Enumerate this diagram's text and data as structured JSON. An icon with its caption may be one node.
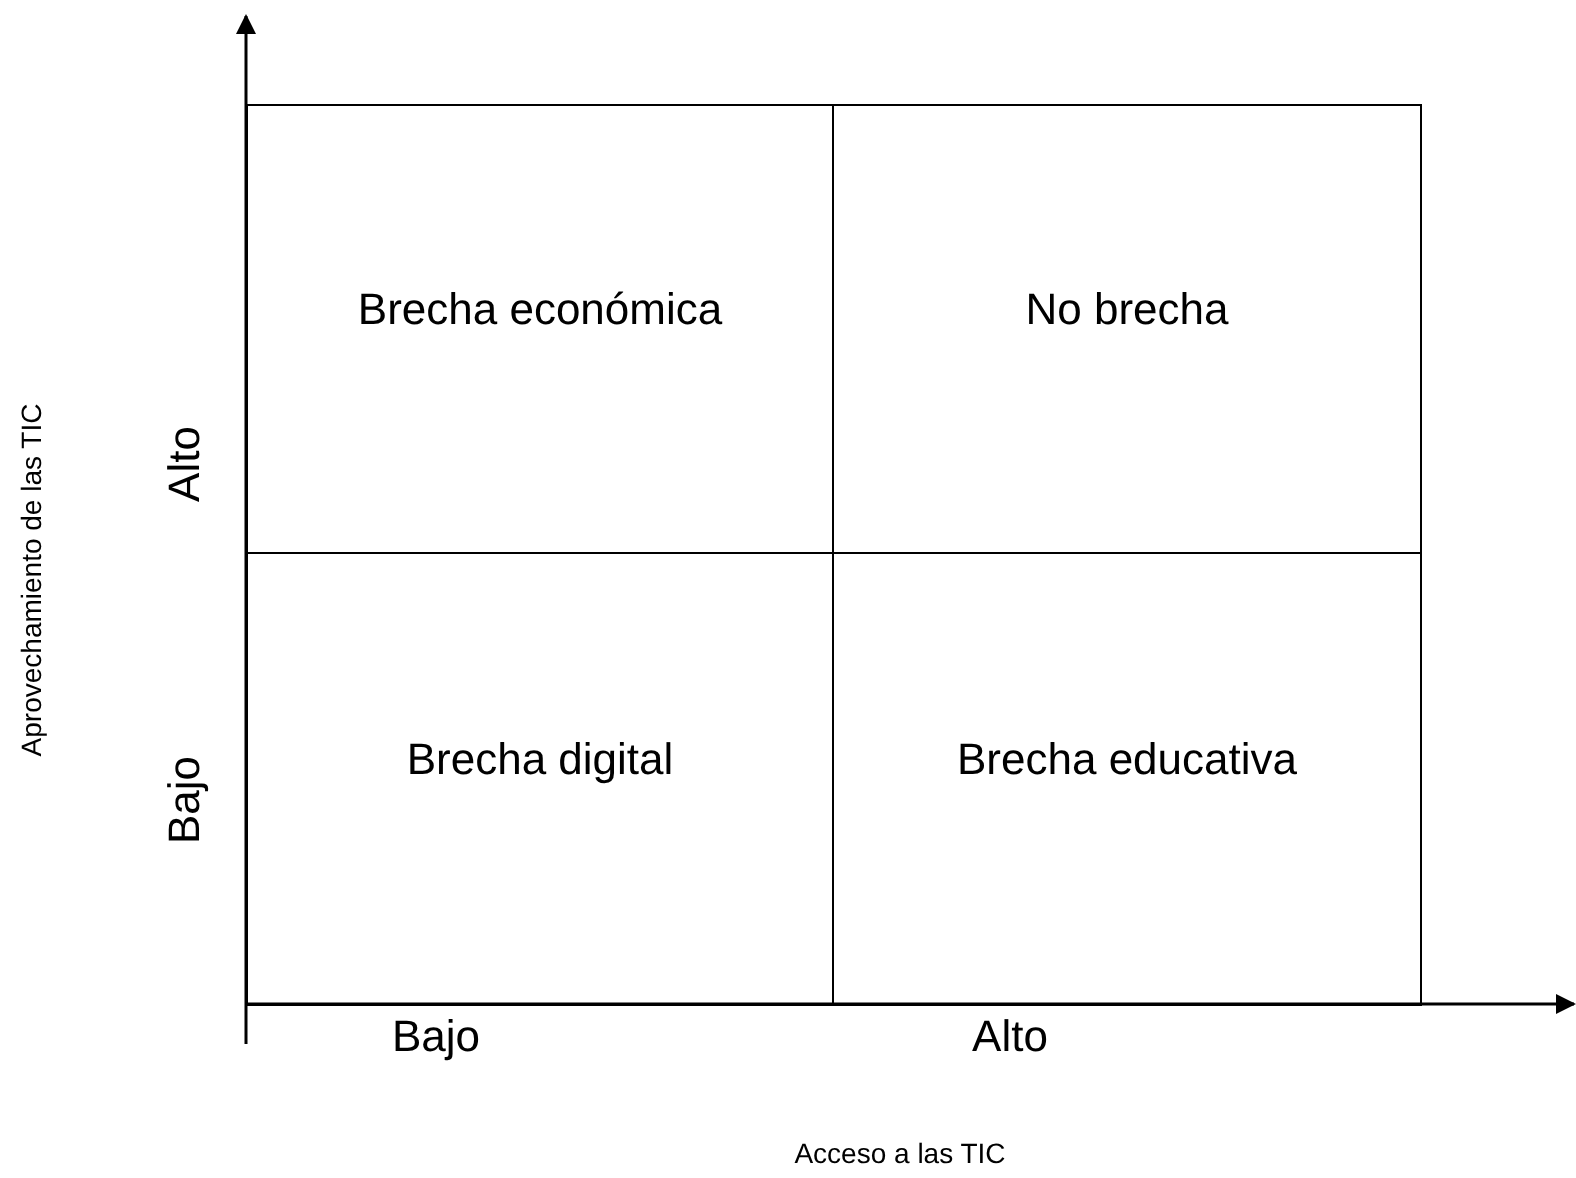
{
  "diagram": {
    "nodes": [
      {
        "text": [
          "Brecha económica"
        ]
      },
      {
        "text": [
          "No brecha"
        ]
      },
      {
        "text": [
          "Brecha digital"
        ]
      },
      {
        "text": [
          "Brecha educativa"
        ]
      }
    ],
    "labels": [
      "Aprovechamiento de las TIC",
      "Alto",
      "Bajo",
      "Bajo",
      "Alto",
      "Acceso a las TIC"
    ]
  }
}
